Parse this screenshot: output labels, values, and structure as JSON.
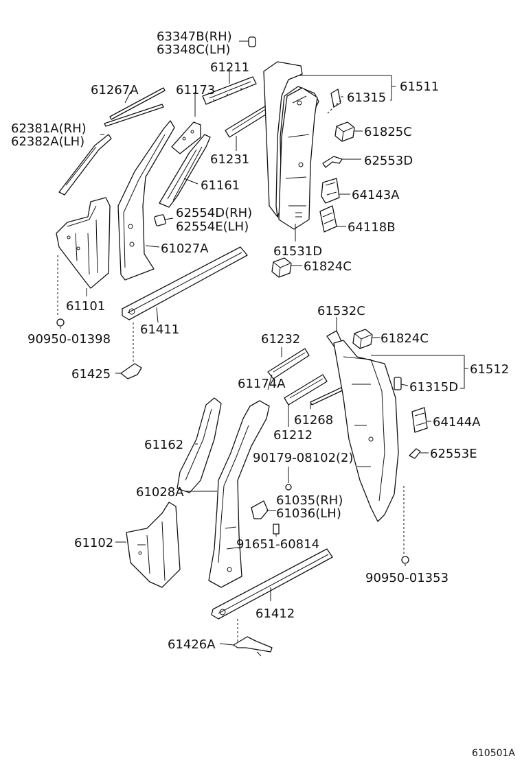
{
  "labels": {
    "p63347B": "63347B(RH)",
    "p63348C": "63348C(LH)",
    "p61211": "61211",
    "p61267A": "61267A",
    "p61173": "61173",
    "p61511": "61511",
    "p61315": "61315",
    "p62381A": "62381A(RH)",
    "p62382A": "62382A(LH)",
    "p61825C": "61825C",
    "p61231": "61231",
    "p62553D": "62553D",
    "p61161": "61161",
    "p64143A": "64143A",
    "p62554D": "62554D(RH)",
    "p62554E": "62554E(LH)",
    "p64118B": "64118B",
    "p61027A": "61027A",
    "p61531D": "61531D",
    "p61824C_top": "61824C",
    "p61101": "61101",
    "p61411": "61411",
    "p90950_01398": "90950-01398",
    "p61532C": "61532C",
    "p61232": "61232",
    "p61824C_bot": "61824C",
    "p61425": "61425",
    "p61512": "61512",
    "p61174A": "61174A",
    "p61315D": "61315D",
    "p61268": "61268",
    "p64144A": "64144A",
    "p61212": "61212",
    "p61162": "61162",
    "p62553E": "62553E",
    "p90179": "90179-08102(2)",
    "p61028A": "61028A",
    "p61035": "61035(RH)",
    "p61036": "61036(LH)",
    "p61102": "61102",
    "p91651": "91651-60814",
    "p90950_01353": "90950-01353",
    "p61412": "61412",
    "p61426A": "61426A"
  },
  "footer": {
    "code": "610501A"
  }
}
